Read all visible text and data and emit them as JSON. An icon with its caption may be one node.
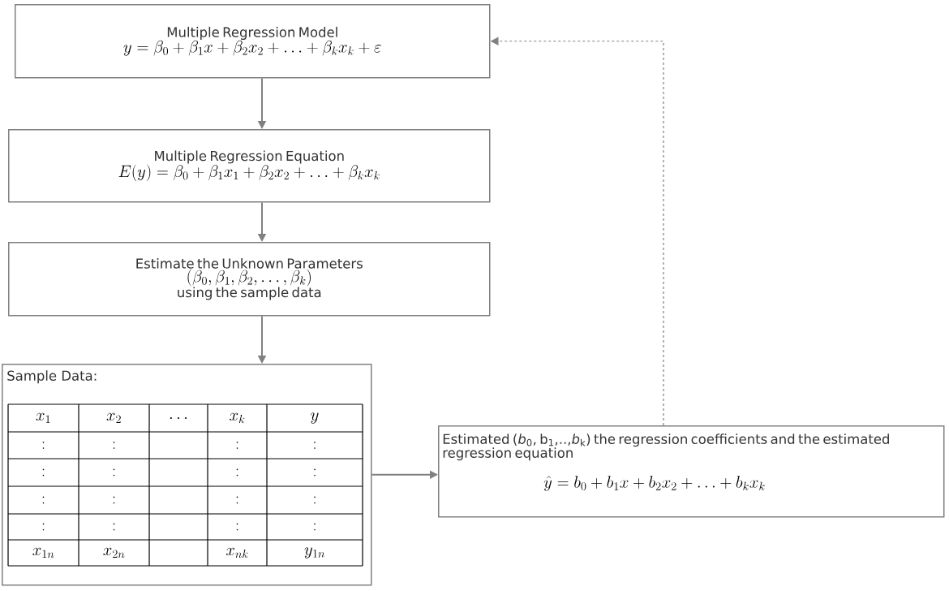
{
  "diagram": {
    "nodes": [
      {
        "text": [
          "Multiple Regression Model",
          "y = \\beta_0 + \\beta_1 x + \\beta_2 x_2 + \\ldots + \\beta_k x_k + \\varepsilon"
        ]
      },
      {
        "text": [
          "Multiple Regression Equation",
          "E(y) = \\beta_0 + \\beta_1 x_1 + \\beta_2 x_2 + \\ldots + \\beta_k x_k"
        ]
      },
      {
        "text": [
          "Estimate the Unknown Parameters",
          "(\\beta_0, \\beta_1, \\beta_2, \\ldots, \\beta_k)",
          "using the sample data"
        ]
      },
      {
        "text": [
          "Sample Data:"
        ]
      },
      {
        "text": [
          "Estimated (*b*$_{0}$, b$_{1}$,..,*b*$_{k}$) the regression coefficients and the estimated regression equation",
          "\\hat{y} = b_0 + b_1 x + b_2 x_2 + \\ldots + b_k x_k"
        ]
      }
    ],
    "edges": [
      {
        "from": 0,
        "to": 1,
        "arrow": "to"
      },
      {
        "from": 1,
        "to": 2,
        "arrow": "to"
      },
      {
        "from": 2,
        "to": 3,
        "arrow": "to"
      },
      {
        "from": 3,
        "to": 4,
        "arrow": "to"
      },
      {
        "from": 4,
        "to": 0,
        "arrow": "to",
        "style": "dashed"
      }
    ],
    "labels": [
      "x_1",
      "x_2",
      "\\ldots",
      "x_k",
      "y",
      ":",
      ":",
      ":",
      ":",
      ":",
      ":",
      ":",
      ":",
      ":",
      ":",
      ":",
      ":",
      ":",
      ":",
      ":",
      ":",
      "x_{1n}",
      "x_{2n}",
      "x_{nk}",
      "y_{1n}"
    ]
  }
}
